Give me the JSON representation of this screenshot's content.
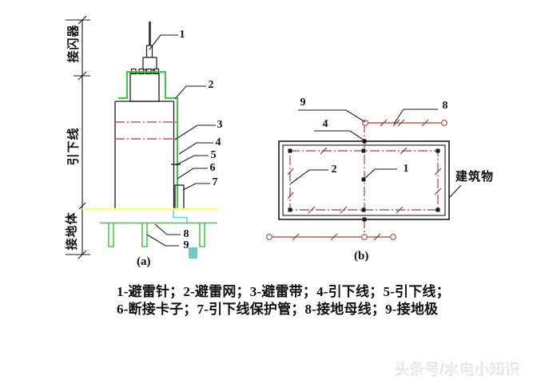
{
  "figure": {
    "caption_a": "(a)",
    "caption_b": "(b)"
  },
  "elevation": {
    "dimension_labels": [
      "接闪器",
      "引下线",
      "接地体"
    ],
    "callouts": [
      "1",
      "2",
      "3",
      "4",
      "5",
      "6",
      "7",
      "8",
      "9"
    ]
  },
  "plan": {
    "callouts": {
      "n9": "9",
      "n8": "8",
      "n4": "4",
      "n2": "2",
      "n1": "1"
    },
    "building_label": "建筑物"
  },
  "legend": {
    "line1": "1-避雷针；2-避雷网；3-避雷带；4-引下线；5-引下线；",
    "line2": "6-断接卡子；7-引下线保护管；8-接地母线；9-接地极"
  },
  "watermark": "头条号/水电小知识",
  "colors": {
    "green": "#3ecb3e",
    "yellow": "#ffff80",
    "cyan": "#67c8e8",
    "red": "#b85c5c",
    "dark-red": "#7d4040",
    "teal": "#72cbbe",
    "line": "#1a1a1a",
    "watermark": "#ededed"
  }
}
